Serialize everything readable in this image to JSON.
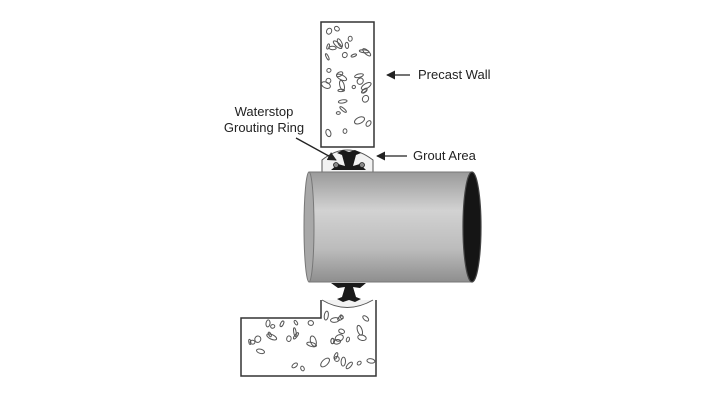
{
  "labels": {
    "precast_wall": "Precast Wall",
    "grout_area": "Grout Area",
    "waterstop_line1": "Waterstop",
    "waterstop_line2": "Grouting Ring"
  },
  "colors": {
    "concrete_fill": "#ffffff",
    "outline": "#333333",
    "pipe_light": "#c9c9c9",
    "pipe_dark": "#8a8a8a",
    "pipe_opening": "#111111",
    "waterstop": "#1a1a1a",
    "grout": "#ececec",
    "aggregate": "#555555"
  },
  "icons": {
    "arrow": "arrow-left-icon",
    "leader": "leader-line-icon"
  }
}
